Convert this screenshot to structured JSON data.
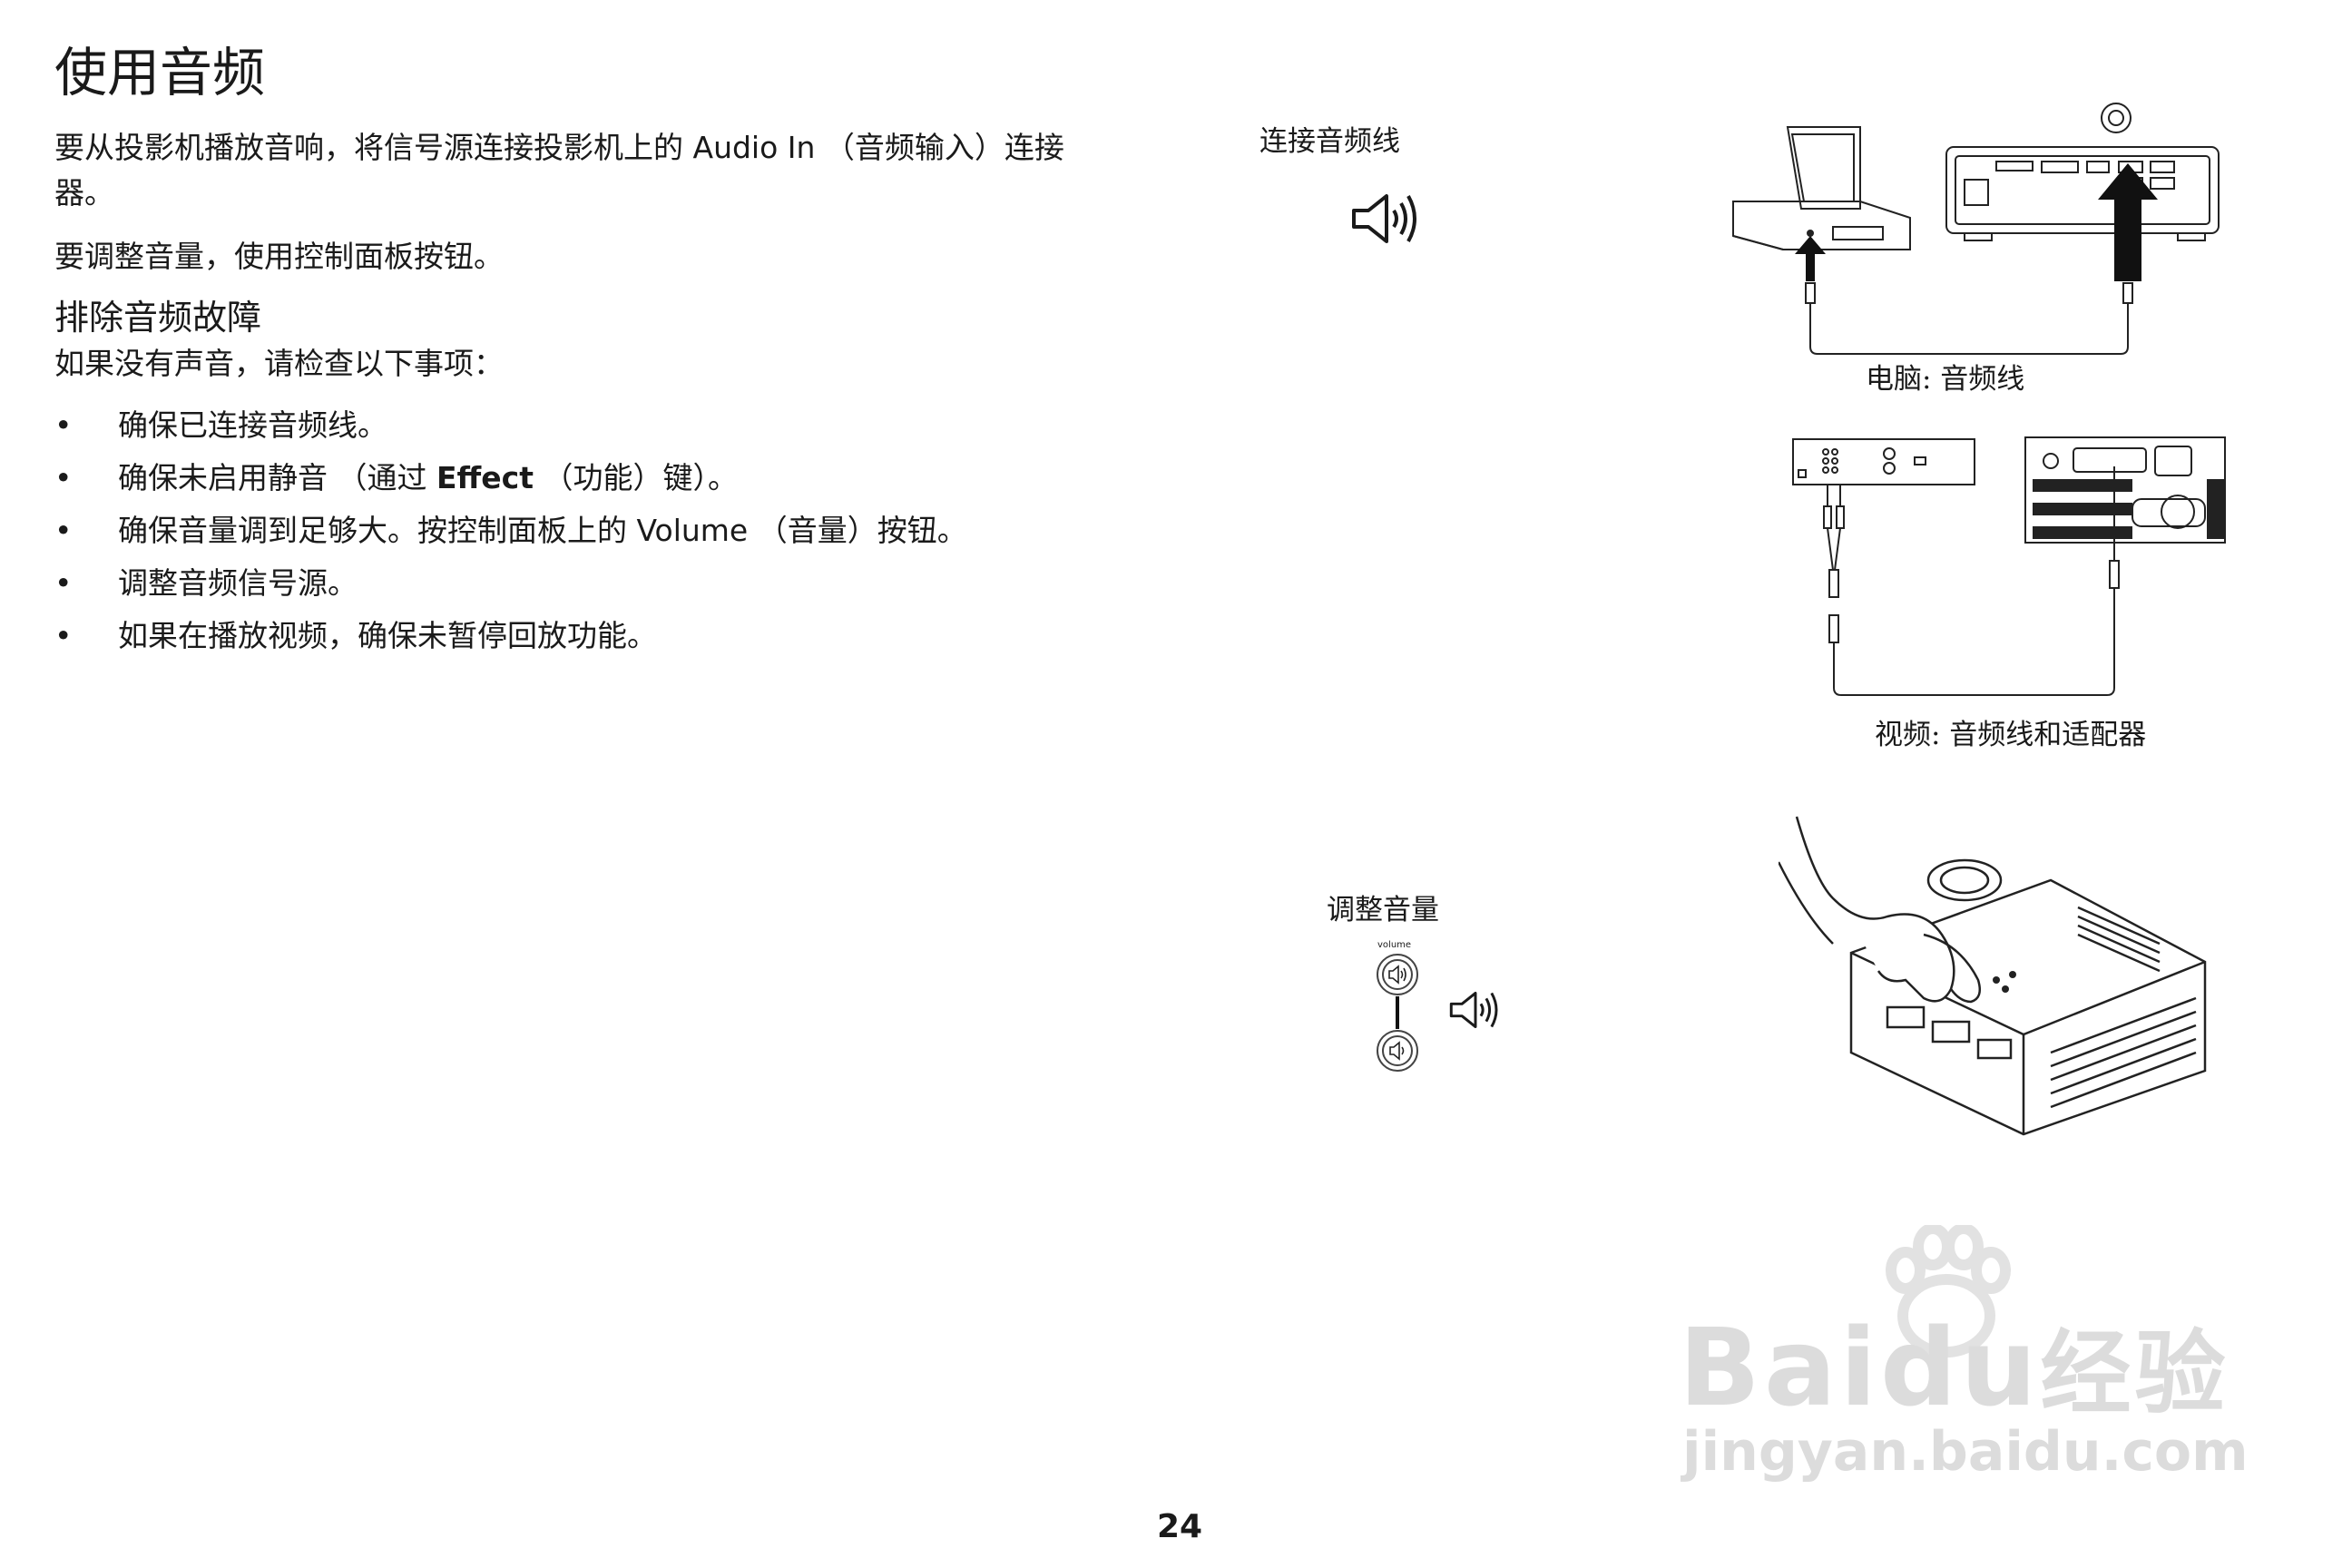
{
  "heading": "使用音频",
  "intro": {
    "line1_pre": "要从投影机播放音响，将信号源连接投影机上的 ",
    "line1_term": "Audio In",
    "line1_post": " （音频输入）连接",
    "line2": "器。"
  },
  "volume_note": "要调整音量，使用控制面板按钮。",
  "troubleshoot": {
    "heading": "排除音频故障",
    "lead": "如果没有声音，请检查以下事项：",
    "bullet_symbol": "•",
    "items": [
      {
        "text": "确保已连接音频线。"
      },
      {
        "pre": "确保未启用静音 （通过 ",
        "term": "Effect",
        "post": " （功能）键）。"
      },
      {
        "pre": "确保音量调到足够大。按控制面板上的 ",
        "term": "Volume",
        "post": " （音量）按钮。"
      },
      {
        "text": "调整音频信号源。"
      },
      {
        "text": "如果在播放视频，确保未暂停回放功能。"
      }
    ]
  },
  "figures": {
    "connect_label": "连接音频线",
    "computer_caption": "电脑:  音频线",
    "video_caption": "视频:    音频线和适配器",
    "adjust_label": "调整音量",
    "volume_button_caption": "volume"
  },
  "watermark": {
    "brand_latin": "Bai",
    "brand_du": "du",
    "brand_cn": "经验",
    "url": "jingyan.baidu.com"
  },
  "page_number": "24",
  "icons": [
    "speaker-icon",
    "volume-up-icon",
    "volume-down-icon",
    "paw-icon"
  ]
}
